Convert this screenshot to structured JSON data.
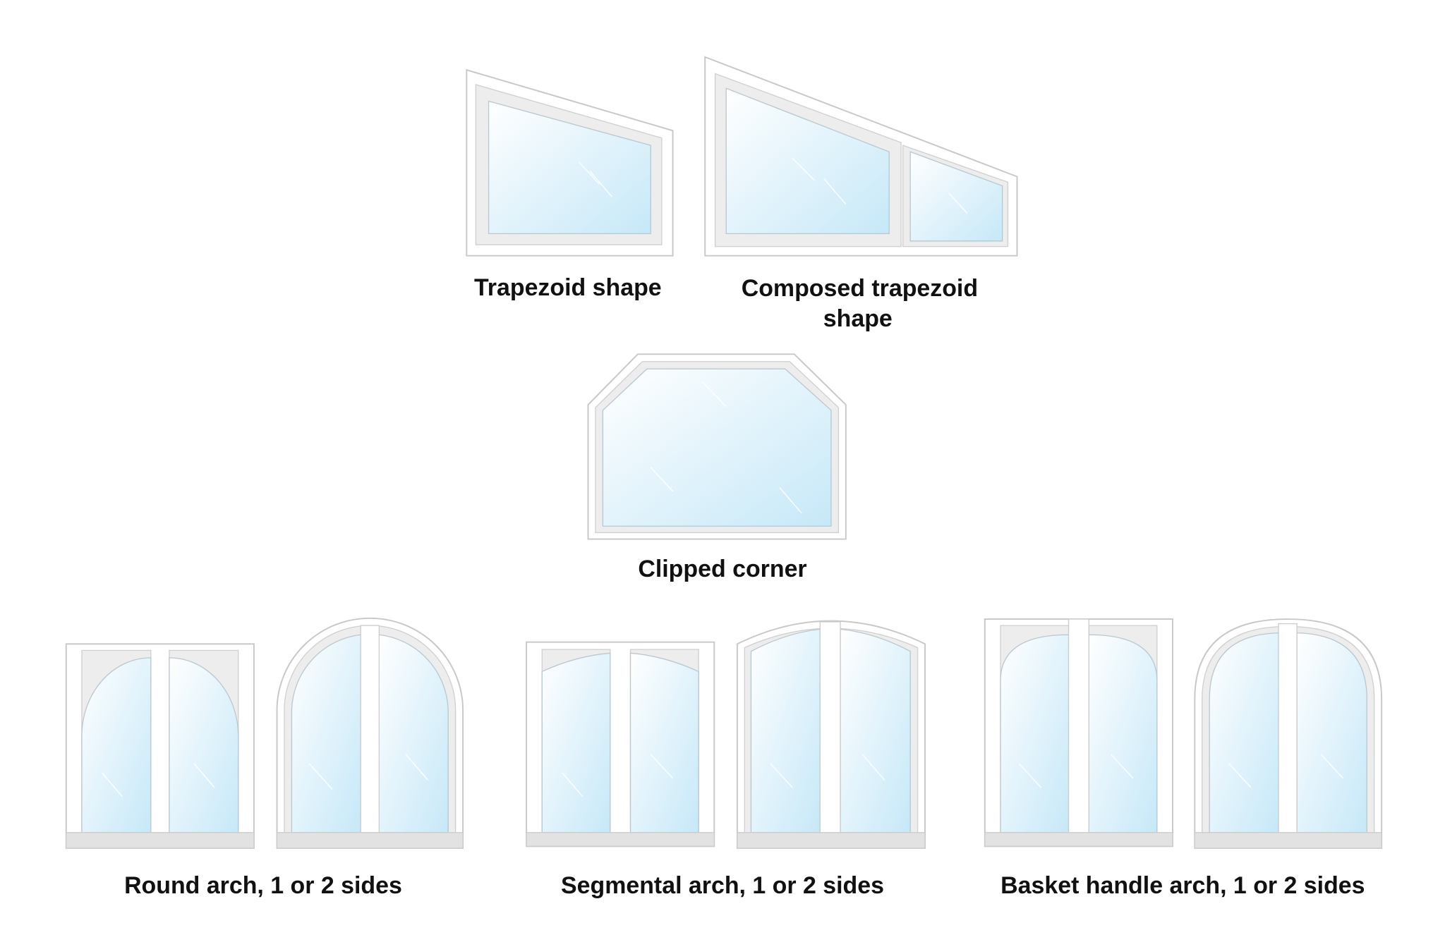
{
  "colors": {
    "frame": "#ffffff",
    "glass_light": "#ffffff",
    "glass_blue": "#c6e8f8",
    "text": "#111111"
  },
  "labels": {
    "trapezoid": "Trapezoid shape",
    "composed_line1": "Composed trapezoid",
    "composed_line2": "shape",
    "clipped": "Clipped corner",
    "round_arch": "Round arch, 1 or 2 sides",
    "segmental_arch": "Segmental arch, 1 or 2 sides",
    "basket_arch": "Basket handle arch, 1 or 2 sides"
  }
}
